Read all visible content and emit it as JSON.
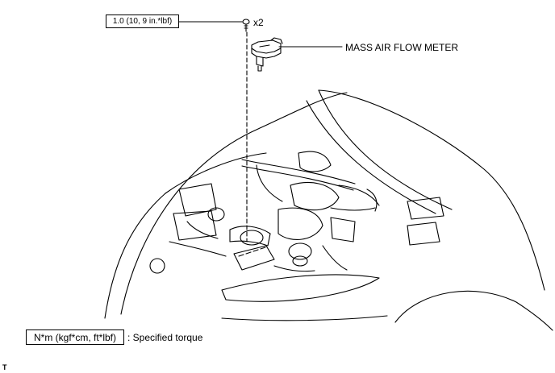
{
  "torque_spec": "1.0 (10, 9 in.*lbf)",
  "bolt_count": "x2",
  "part_label": "MASS AIR FLOW METER",
  "legend": {
    "unit_box": "N*m (kgf*cm, ft*lbf)",
    "description": ": Specified torque"
  },
  "figure_code": "T"
}
